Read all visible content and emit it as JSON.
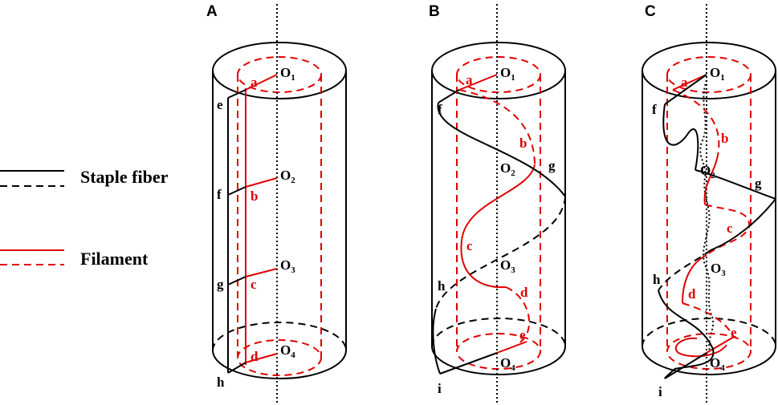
{
  "panels": [
    {
      "letter": "A"
    },
    {
      "letter": "B"
    },
    {
      "letter": "C"
    }
  ],
  "legend": {
    "staple_label": "Staple fiber",
    "filament_label": "Filament",
    "staple_color": "#000000",
    "filament_color": "#e00000"
  },
  "labels": {
    "axis_prefix": "O",
    "o_subs": [
      "1",
      "2",
      "3",
      "4"
    ],
    "panel_a_black": [
      "e",
      "f",
      "g",
      "h"
    ],
    "panel_a_red": [
      "a",
      "b",
      "c",
      "d"
    ],
    "panel_bc_black": [
      "f",
      "g",
      "h",
      "i"
    ],
    "panel_bc_red": [
      "a",
      "b",
      "c",
      "d",
      "e"
    ]
  }
}
